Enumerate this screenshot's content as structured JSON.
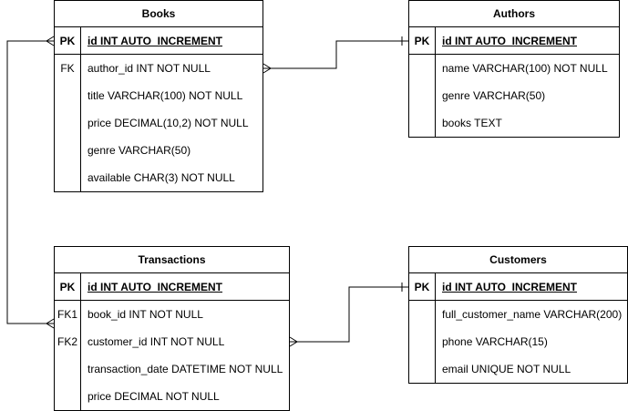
{
  "diagram": {
    "tables": {
      "books": {
        "title": "Books",
        "rows": [
          {
            "key": "PK",
            "field": "id INT AUTO_INCREMENT"
          },
          {
            "key": "FK",
            "field": "author_id INT NOT NULL"
          },
          {
            "key": "",
            "field": "title VARCHAR(100) NOT NULL"
          },
          {
            "key": "",
            "field": "price DECIMAL(10,2) NOT NULL"
          },
          {
            "key": "",
            "field": "genre VARCHAR(50)"
          },
          {
            "key": "",
            "field": "available CHAR(3) NOT NULL"
          }
        ]
      },
      "authors": {
        "title": "Authors",
        "rows": [
          {
            "key": "PK",
            "field": "id INT AUTO_INCREMENT"
          },
          {
            "key": "",
            "field": "name VARCHAR(100) NOT NULL"
          },
          {
            "key": "",
            "field": "genre VARCHAR(50)"
          },
          {
            "key": "",
            "field": "books TEXT"
          }
        ]
      },
      "transactions": {
        "title": "Transactions",
        "rows": [
          {
            "key": "PK",
            "field": "id INT AUTO_INCREMENT"
          },
          {
            "key": "FK1",
            "field": "book_id INT NOT NULL"
          },
          {
            "key": "FK2",
            "field": "customer_id INT NOT NULL"
          },
          {
            "key": "",
            "field": "transaction_date DATETIME NOT NULL"
          },
          {
            "key": "",
            "field": "price DECIMAL NOT NULL"
          }
        ]
      },
      "customers": {
        "title": "Customers",
        "rows": [
          {
            "key": "PK",
            "field": "id INT AUTO_INCREMENT"
          },
          {
            "key": "",
            "field": "full_customer_name VARCHAR(200)"
          },
          {
            "key": "",
            "field": "phone VARCHAR(15)"
          },
          {
            "key": "",
            "field": "email UNIQUE NOT NULL"
          }
        ]
      }
    },
    "relationships": [
      {
        "from": "books.author_id",
        "to": "authors.id",
        "from_end": "many",
        "to_end": "one"
      },
      {
        "from": "transactions.book_id",
        "to": "books.id",
        "from_end": "many",
        "to_end": "many"
      },
      {
        "from": "transactions.customer_id",
        "to": "customers.id",
        "from_end": "many",
        "to_end": "one"
      }
    ],
    "colors": {
      "line": "#000000",
      "background": "#ffffff"
    }
  }
}
